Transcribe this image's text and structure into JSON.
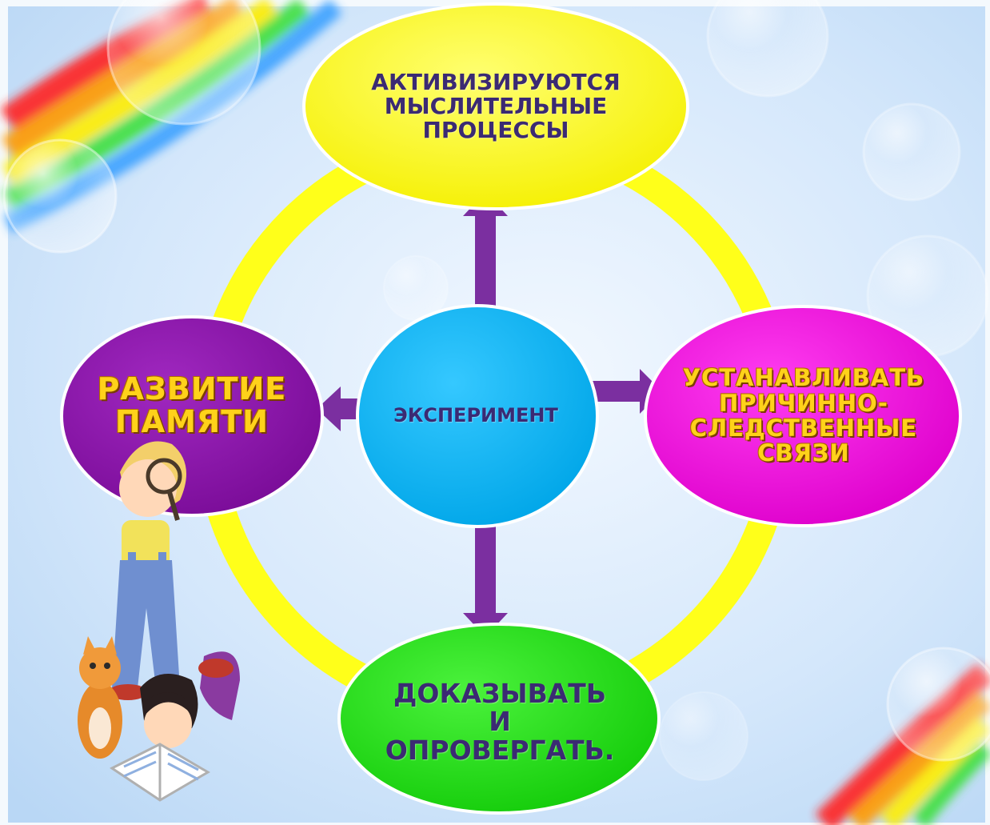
{
  "nodes": {
    "center": {
      "label": "ЭКСПЕРИМЕНТ",
      "color": "#00b0f0"
    },
    "top": {
      "lines": [
        "АКТИВИЗИРУЮТСЯ",
        "МЫСЛИТЕЛЬНЫЕ",
        "ПРОЦЕССЫ"
      ],
      "color": "#ffff00"
    },
    "left": {
      "lines": [
        "РАЗВИТИЕ",
        "ПАМЯТИ"
      ],
      "color": "#8a14a8"
    },
    "right": {
      "lines": [
        "УСТАНАВЛИВАТЬ",
        "ПРИЧИННО-",
        "СЛЕДСТВЕННЫЕ",
        "СВЯЗИ"
      ],
      "color": "#e811d8"
    },
    "bottom": {
      "lines": [
        "ДОКАЗЫВАТЬ",
        "И",
        "ОПРОВЕРГАТЬ."
      ],
      "color": "#22dd14"
    }
  },
  "colors": {
    "ring": "#ffff1a",
    "arrow": "#7b2fa0",
    "sky": "#d7eaff",
    "dark_text": "#3b2a73",
    "gold_text": "#ffd21a"
  },
  "decorations": [
    "rainbow",
    "soap-bubbles",
    "children-with-magnifier-and-book",
    "kitten"
  ]
}
